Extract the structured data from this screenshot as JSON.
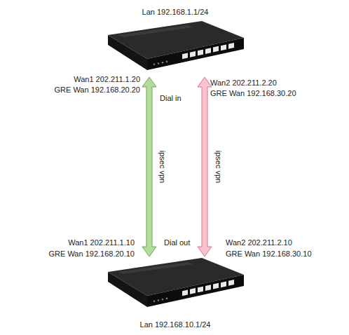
{
  "diagram": {
    "nodes": [
      {
        "text": [
          "Lan 192.168.1.1/24"
        ]
      },
      {
        "text": [
          "Lan 192.168.10.1/24"
        ]
      }
    ],
    "edges": [
      {
        "from": 0,
        "to": 1,
        "arrow": "both",
        "label": "ipsec vpn"
      },
      {
        "from": 0,
        "to": 1,
        "arrow": "both",
        "label": "ipsec vpn"
      }
    ],
    "labels": [
      "Wan1 202.211.1.20",
      "GRE Wan 192.168.20.20",
      "Wan2 202.211.2.20",
      "GRE Wan 192.168.30.20",
      "Dial in",
      "Wan1 202.211.1.10",
      "GRE Wan 192.168.20.10",
      "Dial out",
      "Wan2 202.211.2.10",
      "GRE Wan 192.168.30.10"
    ]
  }
}
